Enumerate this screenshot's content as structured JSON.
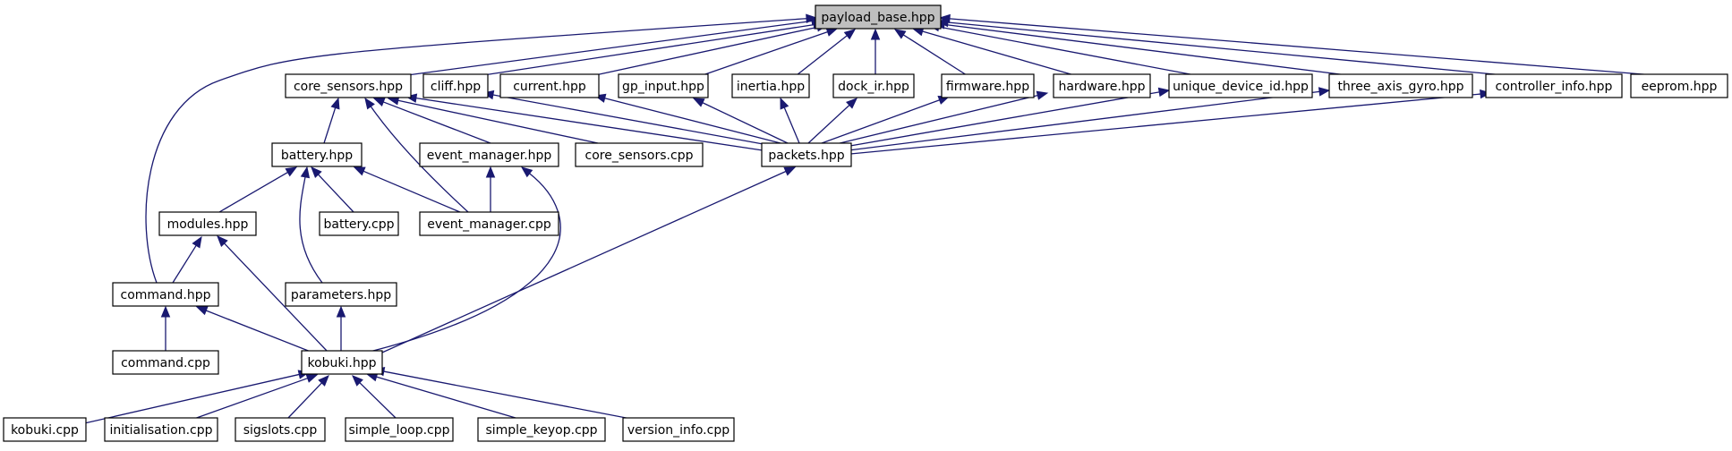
{
  "graph": {
    "colors": {
      "edge": "#191970",
      "root_fill": "#bfbfbf",
      "node_fill": "#ffffff",
      "border": "#000000"
    },
    "nodes": [
      {
        "id": "payload_base",
        "label": "payload_base.hpp",
        "root": true
      },
      {
        "id": "core_sensors_h",
        "label": "core_sensors.hpp"
      },
      {
        "id": "cliff",
        "label": "cliff.hpp"
      },
      {
        "id": "current",
        "label": "current.hpp"
      },
      {
        "id": "gp_input",
        "label": "gp_input.hpp"
      },
      {
        "id": "inertia",
        "label": "inertia.hpp"
      },
      {
        "id": "dock_ir",
        "label": "dock_ir.hpp"
      },
      {
        "id": "firmware",
        "label": "firmware.hpp"
      },
      {
        "id": "hardware",
        "label": "hardware.hpp"
      },
      {
        "id": "unique_device_id",
        "label": "unique_device_id.hpp"
      },
      {
        "id": "three_axis_gyro",
        "label": "three_axis_gyro.hpp"
      },
      {
        "id": "controller_info",
        "label": "controller_info.hpp"
      },
      {
        "id": "eeprom",
        "label": "eeprom.hpp"
      },
      {
        "id": "battery_h",
        "label": "battery.hpp"
      },
      {
        "id": "event_manager_h",
        "label": "event_manager.hpp"
      },
      {
        "id": "core_sensors_c",
        "label": "core_sensors.cpp"
      },
      {
        "id": "packets",
        "label": "packets.hpp"
      },
      {
        "id": "modules",
        "label": "modules.hpp"
      },
      {
        "id": "battery_c",
        "label": "battery.cpp"
      },
      {
        "id": "event_manager_c",
        "label": "event_manager.cpp"
      },
      {
        "id": "command_h",
        "label": "command.hpp"
      },
      {
        "id": "parameters",
        "label": "parameters.hpp"
      },
      {
        "id": "command_c",
        "label": "command.cpp"
      },
      {
        "id": "kobuki_h",
        "label": "kobuki.hpp"
      },
      {
        "id": "kobuki_c",
        "label": "kobuki.cpp"
      },
      {
        "id": "initialisation",
        "label": "initialisation.cpp"
      },
      {
        "id": "sigslots",
        "label": "sigslots.cpp"
      },
      {
        "id": "simple_loop",
        "label": "simple_loop.cpp"
      },
      {
        "id": "simple_keyop",
        "label": "simple_keyop.cpp"
      },
      {
        "id": "version_info",
        "label": "version_info.cpp"
      }
    ],
    "edges": [
      {
        "from": "core_sensors_h",
        "to": "payload_base"
      },
      {
        "from": "cliff",
        "to": "payload_base"
      },
      {
        "from": "current",
        "to": "payload_base"
      },
      {
        "from": "gp_input",
        "to": "payload_base"
      },
      {
        "from": "inertia",
        "to": "payload_base"
      },
      {
        "from": "dock_ir",
        "to": "payload_base"
      },
      {
        "from": "firmware",
        "to": "payload_base"
      },
      {
        "from": "hardware",
        "to": "payload_base"
      },
      {
        "from": "unique_device_id",
        "to": "payload_base"
      },
      {
        "from": "three_axis_gyro",
        "to": "payload_base"
      },
      {
        "from": "controller_info",
        "to": "payload_base"
      },
      {
        "from": "eeprom",
        "to": "payload_base"
      },
      {
        "from": "command_h",
        "to": "payload_base"
      },
      {
        "from": "battery_h",
        "to": "core_sensors_h"
      },
      {
        "from": "event_manager_h",
        "to": "core_sensors_h"
      },
      {
        "from": "core_sensors_c",
        "to": "core_sensors_h"
      },
      {
        "from": "packets",
        "to": "core_sensors_h"
      },
      {
        "from": "event_manager_c",
        "to": "core_sensors_h"
      },
      {
        "from": "packets",
        "to": "cliff"
      },
      {
        "from": "packets",
        "to": "current"
      },
      {
        "from": "packets",
        "to": "gp_input"
      },
      {
        "from": "packets",
        "to": "inertia"
      },
      {
        "from": "packets",
        "to": "dock_ir"
      },
      {
        "from": "packets",
        "to": "firmware"
      },
      {
        "from": "packets",
        "to": "hardware"
      },
      {
        "from": "packets",
        "to": "unique_device_id"
      },
      {
        "from": "packets",
        "to": "three_axis_gyro"
      },
      {
        "from": "packets",
        "to": "controller_info"
      },
      {
        "from": "modules",
        "to": "battery_h"
      },
      {
        "from": "battery_c",
        "to": "battery_h"
      },
      {
        "from": "event_manager_c",
        "to": "battery_h"
      },
      {
        "from": "parameters",
        "to": "battery_h"
      },
      {
        "from": "event_manager_c",
        "to": "event_manager_h"
      },
      {
        "from": "kobuki_h",
        "to": "event_manager_h"
      },
      {
        "from": "kobuki_h",
        "to": "packets"
      },
      {
        "from": "command_h",
        "to": "modules"
      },
      {
        "from": "kobuki_h",
        "to": "modules"
      },
      {
        "from": "command_c",
        "to": "command_h"
      },
      {
        "from": "kobuki_h",
        "to": "command_h"
      },
      {
        "from": "kobuki_h",
        "to": "parameters"
      },
      {
        "from": "kobuki_c",
        "to": "kobuki_h"
      },
      {
        "from": "initialisation",
        "to": "kobuki_h"
      },
      {
        "from": "sigslots",
        "to": "kobuki_h"
      },
      {
        "from": "simple_loop",
        "to": "kobuki_h"
      },
      {
        "from": "simple_keyop",
        "to": "kobuki_h"
      },
      {
        "from": "version_info",
        "to": "kobuki_h"
      }
    ]
  }
}
